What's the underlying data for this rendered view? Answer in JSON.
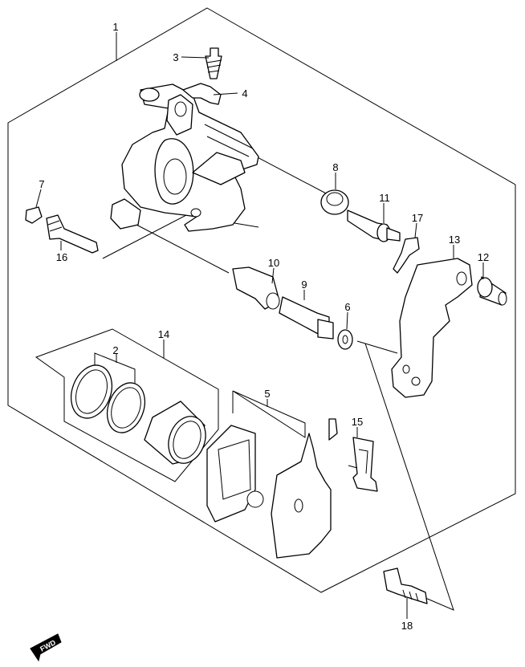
{
  "diagram": {
    "callouts": [
      {
        "id": "1",
        "label": "1"
      },
      {
        "id": "2",
        "label": "2"
      },
      {
        "id": "3",
        "label": "3"
      },
      {
        "id": "4",
        "label": "4"
      },
      {
        "id": "5",
        "label": "5"
      },
      {
        "id": "6",
        "label": "6"
      },
      {
        "id": "7",
        "label": "7"
      },
      {
        "id": "8",
        "label": "8"
      },
      {
        "id": "9",
        "label": "9"
      },
      {
        "id": "10",
        "label": "10"
      },
      {
        "id": "11",
        "label": "11"
      },
      {
        "id": "12",
        "label": "12"
      },
      {
        "id": "13",
        "label": "13"
      },
      {
        "id": "14",
        "label": "14"
      },
      {
        "id": "15",
        "label": "15"
      },
      {
        "id": "16",
        "label": "16"
      },
      {
        "id": "17",
        "label": "17"
      },
      {
        "id": "18",
        "label": "18"
      }
    ],
    "fwd_label": "FWD"
  }
}
